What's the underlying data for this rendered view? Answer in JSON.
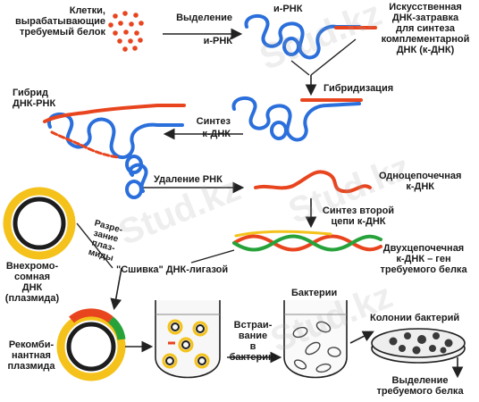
{
  "watermark": "Stud.kz",
  "colors": {
    "rna": "#2a6fdb",
    "dna": "#e8451f",
    "cdna_green": "#27a23a",
    "plasmid_yellow": "#f4c21a",
    "plasmid_dark": "#1d1d1d",
    "arrow": "#222222"
  },
  "labels": {
    "cells": [
      "Клетки,",
      "вырабатывающие",
      "требуемый белок"
    ],
    "extraction": [
      "Выделение",
      "и-РНК"
    ],
    "mrna": "и-РНК",
    "primer": [
      "Искусственная",
      "ДНК-затравка",
      "для синтеза",
      "комплементарной",
      "ДНК (к-ДНК)"
    ],
    "hybridization": "Гибридизация",
    "hybrid": [
      "Гибрид",
      "ДНК-РНК"
    ],
    "synthesis": [
      "Синтез",
      "к-ДНК"
    ],
    "rna_removal": "Удаление РНК",
    "single_strand": [
      "Одноцепочечная",
      "к-ДНК"
    ],
    "second_strand": [
      "Синтез второй",
      "цепи к-ДНК"
    ],
    "double_strand": [
      "Двухцепочечная",
      "к-ДНК – ген",
      "требуемого белка"
    ],
    "plasmid_cut": [
      "Разре-",
      "зание",
      "плаз-",
      "миды"
    ],
    "extrachromosomal": [
      "Внехромо-",
      "сомная",
      "ДНК",
      "(плазмида)"
    ],
    "ligase": "\"Сшивка\" ДНК-лигазой",
    "recombinant": [
      "Рекомби-",
      "нантная",
      "плазмида"
    ],
    "insertion": [
      "Встраи-",
      "вание",
      "в",
      "бактерию"
    ],
    "bacteria": "Бактерии",
    "colonies": "Колонии бактерий",
    "protein": [
      "Выделение",
      "требуемого белка"
    ]
  }
}
